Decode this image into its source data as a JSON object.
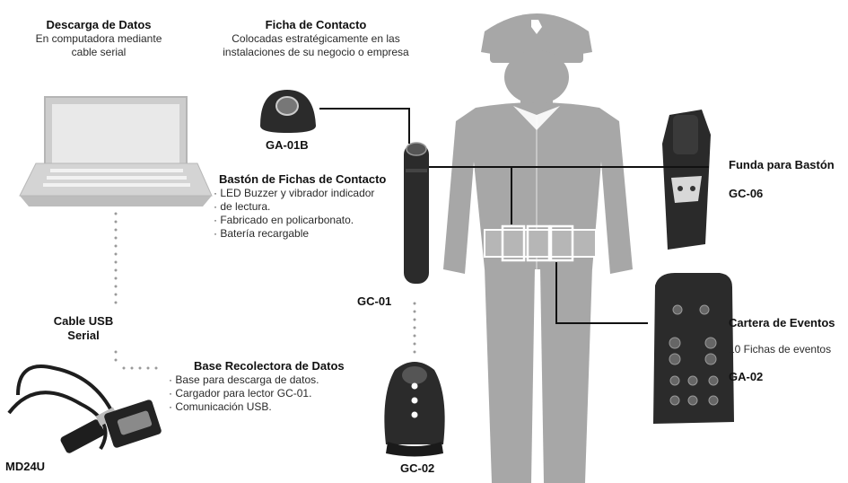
{
  "download": {
    "title": "Descarga de Datos",
    "desc_line1": "En computadora mediante",
    "desc_line2": "cable serial"
  },
  "contact_tag": {
    "title": "Ficha de Contacto",
    "desc_line1": "Colocadas estratégicamente en las",
    "desc_line2": "instalaciones de su negocio o empresa",
    "code": "GA-01B"
  },
  "baton": {
    "title": "Bastón de Fichas de Contacto",
    "features": [
      "LED Buzzer y vibrador indicador",
      "de lectura.",
      "Fabricado en policarbonato.",
      "Batería recargable"
    ],
    "code": "GC-01"
  },
  "holster": {
    "title": "Funda para Bastón",
    "code": "GC-06"
  },
  "usb_cable": {
    "title_line1": "Cable USB",
    "title_line2": "Serial",
    "code": "MD24U"
  },
  "base": {
    "title": "Base Recolectora de Datos",
    "features": [
      "Base para descarga de datos.",
      "Cargador para lector GC-01.",
      "Comunicación USB."
    ],
    "code": "GC-02"
  },
  "wallet": {
    "title": "Cartera de Eventos",
    "desc": "10 Fichas de eventos",
    "code": "GA-02"
  },
  "colors": {
    "silhouette": "#a7a7a7",
    "device_dark": "#2b2b2b",
    "connector": "#111111",
    "dots": "#9a9a9a"
  }
}
